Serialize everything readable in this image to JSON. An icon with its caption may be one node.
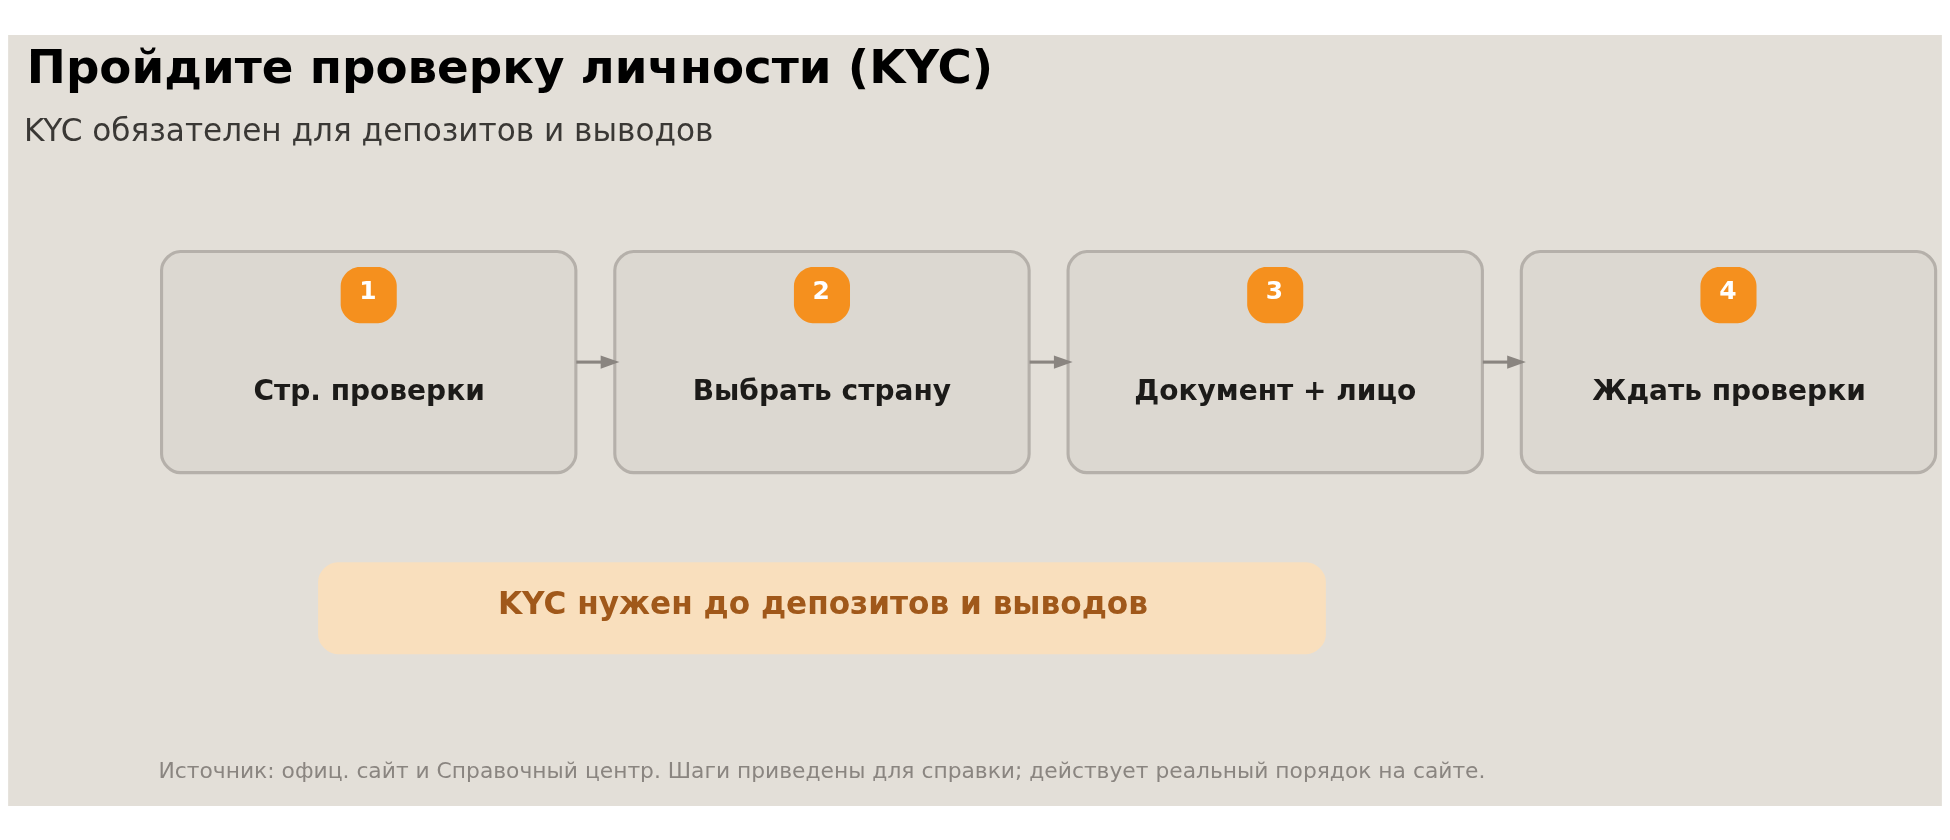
{
  "diagram": {
    "title": "Пройдите проверку личности (KYC)",
    "caption": "Источник: офиц. сайт и Справочный центр. Шаги приведены для справки; действует реальный порядок на сайте.",
    "nodes": [
      {
        "text": [
          "1",
          "Стр. проверки"
        ]
      },
      {
        "text": [
          "2",
          "Выбрать страну"
        ]
      },
      {
        "text": [
          "3",
          "Документ + лицо"
        ]
      },
      {
        "text": [
          "4",
          "Ждать проверки"
        ]
      },
      {
        "text": [
          "KYC нужен до депозитов и выводов"
        ]
      }
    ],
    "edges": [
      {
        "from": 0,
        "to": 1,
        "arrow": "to"
      },
      {
        "from": 1,
        "to": 2,
        "arrow": "to"
      },
      {
        "from": 2,
        "to": 3,
        "arrow": "to"
      }
    ],
    "labels": [
      "KYC обязателен для депозитов и выводов"
    ]
  }
}
